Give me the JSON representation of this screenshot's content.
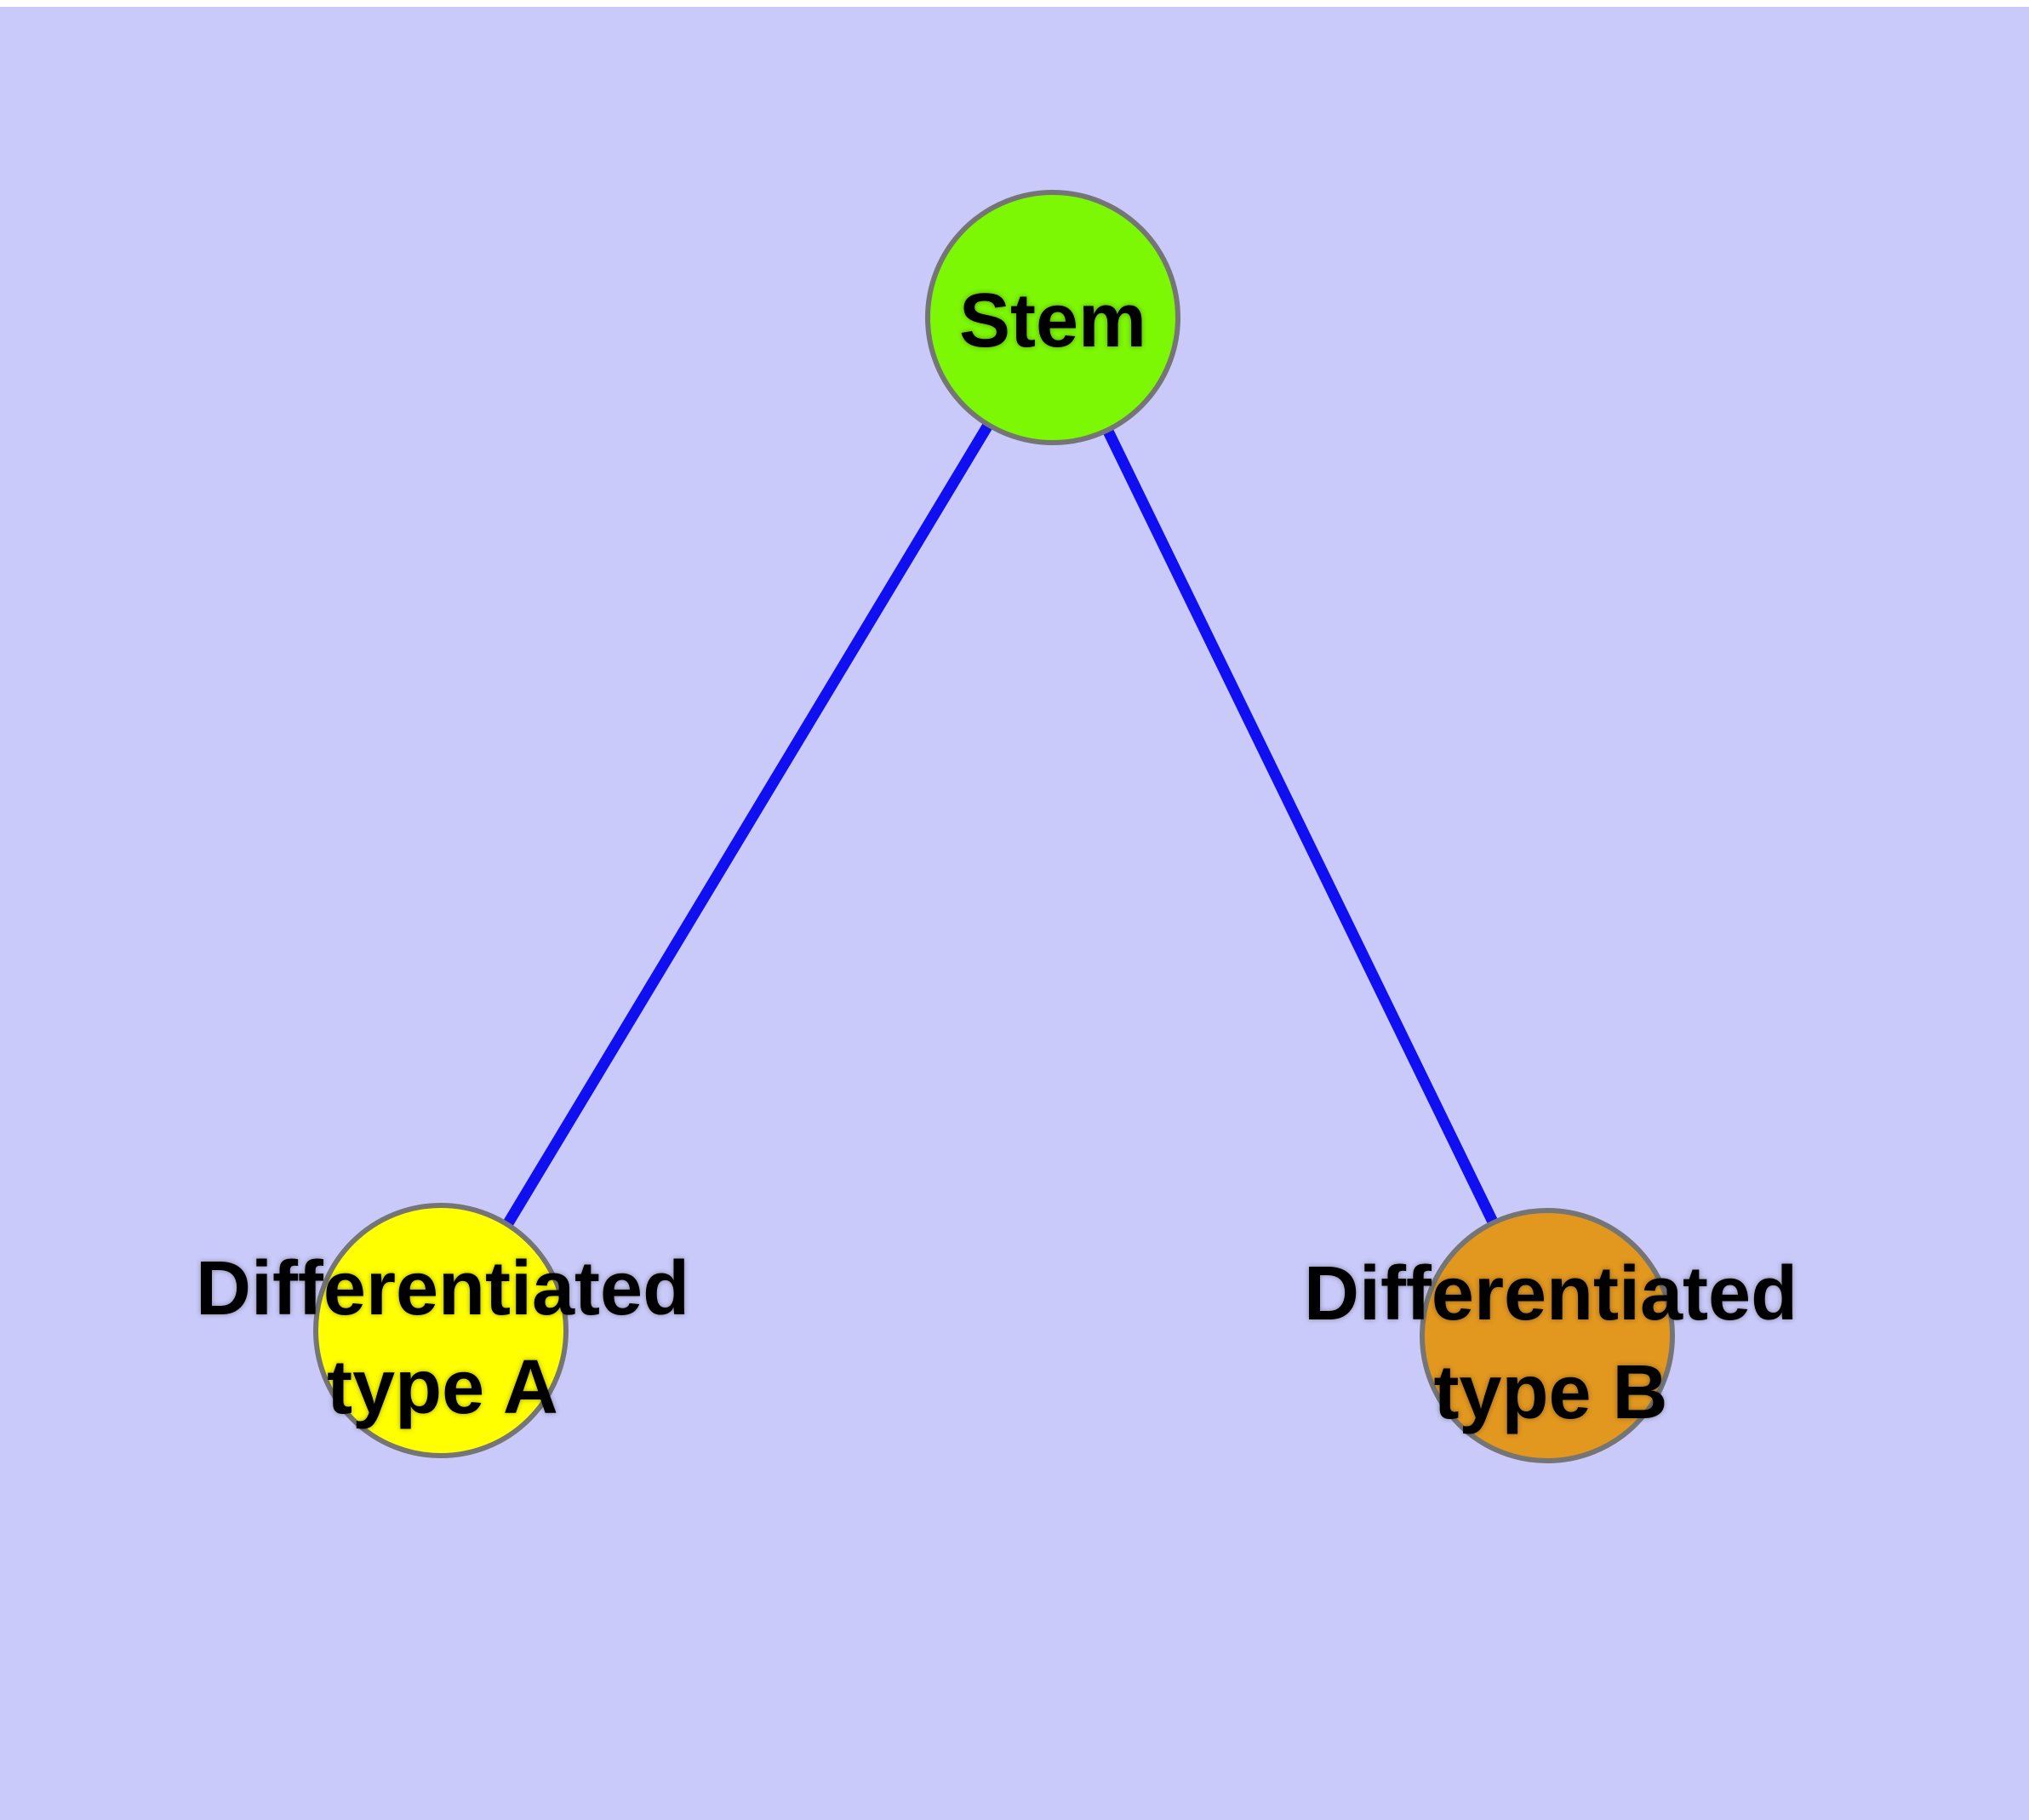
{
  "diagram": {
    "background_color": "#cacafa",
    "top_margin_color": "#ffffff",
    "edge_color": "#0f0ff2",
    "node_border_color": "#757575",
    "nodes": {
      "stem": {
        "label": "Stem",
        "fill": "#7cf704"
      },
      "type_a": {
        "line1": "Differentiated",
        "line2": "type A",
        "fill": "#ffff00"
      },
      "type_b": {
        "line1": "Differentiated",
        "line2": "type B",
        "fill": "#e2971f"
      }
    },
    "edges": [
      {
        "from": "Stem",
        "to": "Differentiated type A"
      },
      {
        "from": "Stem",
        "to": "Differentiated type B"
      }
    ]
  }
}
